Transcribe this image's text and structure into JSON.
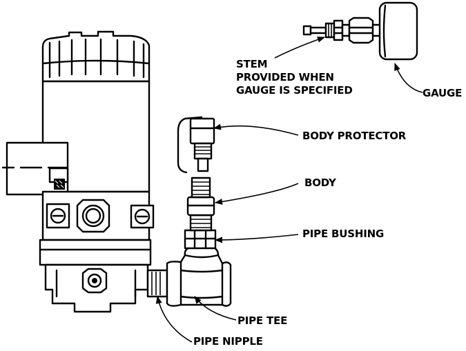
{
  "labels": {
    "stem": [
      "STEM",
      "PROVIDED WHEN",
      "GAUGE IS SPECIFIED"
    ],
    "gauge": "GAUGE",
    "body_protector": "BODY PROTECTOR",
    "body": "BODY",
    "pipe_bushing": "PIPE BUSHING",
    "pipe_tee": "PIPE TEE",
    "pipe_nipple": "PIPE NIPPLE"
  }
}
